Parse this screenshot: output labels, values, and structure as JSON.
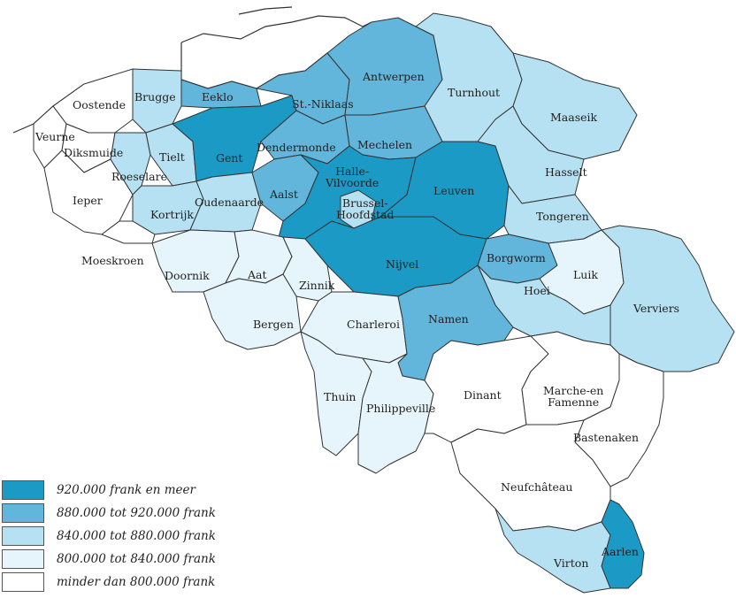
{
  "colors": {
    "cat1": "#1b9ac5",
    "cat2": "#62b6db",
    "cat3": "#b5e1f2",
    "cat4": "#e6f5fb",
    "cat5": "#ffffff",
    "border": "#333333"
  },
  "arrondissements": [
    {
      "key": "oostende",
      "label": "Oostende",
      "cat": "cat5"
    },
    {
      "key": "brugge",
      "label": "Brugge",
      "cat": "cat3"
    },
    {
      "key": "eeklo",
      "label": "Eeklo",
      "cat": "cat2"
    },
    {
      "key": "st-niklaas",
      "label": "St.-Niklaas",
      "cat": "cat2"
    },
    {
      "key": "antwerpen",
      "label": "Antwerpen",
      "cat": "cat2"
    },
    {
      "key": "turnhout",
      "label": "Turnhout",
      "cat": "cat3"
    },
    {
      "key": "veurne",
      "label": "Veurne",
      "cat": "cat5"
    },
    {
      "key": "diksmuide",
      "label": "Diksmuide",
      "cat": "cat5"
    },
    {
      "key": "tielt",
      "label": "Tielt",
      "cat": "cat3"
    },
    {
      "key": "gent",
      "label": "Gent",
      "cat": "cat1"
    },
    {
      "key": "dendermonde",
      "label": "Dendermonde",
      "cat": "cat2"
    },
    {
      "key": "mechelen",
      "label": "Mechelen",
      "cat": "cat2"
    },
    {
      "key": "maaseik",
      "label": "Maaseik",
      "cat": "cat3"
    },
    {
      "key": "roeselare",
      "label": "Roeselare",
      "cat": "cat3"
    },
    {
      "key": "ieper",
      "label": "Ieper",
      "cat": "cat5"
    },
    {
      "key": "halle-vilvoorde",
      "label": "Halle-\nVilvoorde",
      "cat": "cat1"
    },
    {
      "key": "leuven",
      "label": "Leuven",
      "cat": "cat1"
    },
    {
      "key": "hasselt",
      "label": "Hasselt",
      "cat": "cat3"
    },
    {
      "key": "aalst",
      "label": "Aalst",
      "cat": "cat2"
    },
    {
      "key": "oudenaarde",
      "label": "Oudenaarde",
      "cat": "cat3"
    },
    {
      "key": "kortrijk",
      "label": "Kortrijk",
      "cat": "cat3"
    },
    {
      "key": "brussel",
      "label": "Brussel-\nHoofdstad",
      "cat": "cat3"
    },
    {
      "key": "tongeren",
      "label": "Tongeren",
      "cat": "cat3"
    },
    {
      "key": "moeskroen",
      "label": "Moeskroen",
      "cat": "cat5"
    },
    {
      "key": "nijvel",
      "label": "Nijvel",
      "cat": "cat1"
    },
    {
      "key": "borgworm",
      "label": "Borgworm",
      "cat": "cat2"
    },
    {
      "key": "luik",
      "label": "Luik",
      "cat": "cat4"
    },
    {
      "key": "doornik",
      "label": "Doornik",
      "cat": "cat4"
    },
    {
      "key": "aat",
      "label": "Aat",
      "cat": "cat4"
    },
    {
      "key": "zinnik",
      "label": "Zinnik",
      "cat": "cat4"
    },
    {
      "key": "hoei",
      "label": "Hoei",
      "cat": "cat3"
    },
    {
      "key": "verviers",
      "label": "Verviers",
      "cat": "cat3"
    },
    {
      "key": "bergen",
      "label": "Bergen",
      "cat": "cat4"
    },
    {
      "key": "charleroi",
      "label": "Charleroi",
      "cat": "cat4"
    },
    {
      "key": "namen",
      "label": "Namen",
      "cat": "cat2"
    },
    {
      "key": "dinant",
      "label": "Dinant",
      "cat": "cat5"
    },
    {
      "key": "marche",
      "label": "Marche-en\nFamenne",
      "cat": "cat5"
    },
    {
      "key": "thuin",
      "label": "Thuin",
      "cat": "cat4"
    },
    {
      "key": "philippeville",
      "label": "Philippeville",
      "cat": "cat4"
    },
    {
      "key": "bastenaken",
      "label": "Bastenaken",
      "cat": "cat5"
    },
    {
      "key": "neufchateau",
      "label": "Neufchâteau",
      "cat": "cat5"
    },
    {
      "key": "virton",
      "label": "Virton",
      "cat": "cat3"
    },
    {
      "key": "aarlen",
      "label": "Aarlen",
      "cat": "cat1"
    }
  ],
  "legend": [
    {
      "label": "920.000 frank en meer",
      "cat": "cat1"
    },
    {
      "label": "880.000 tot 920.000 frank",
      "cat": "cat2"
    },
    {
      "label": "840.000 tot 880.000 frank",
      "cat": "cat3"
    },
    {
      "label": "800.000 tot 840.000 frank",
      "cat": "cat4"
    },
    {
      "label": "minder dan 800.000 frank",
      "cat": "cat5"
    }
  ]
}
